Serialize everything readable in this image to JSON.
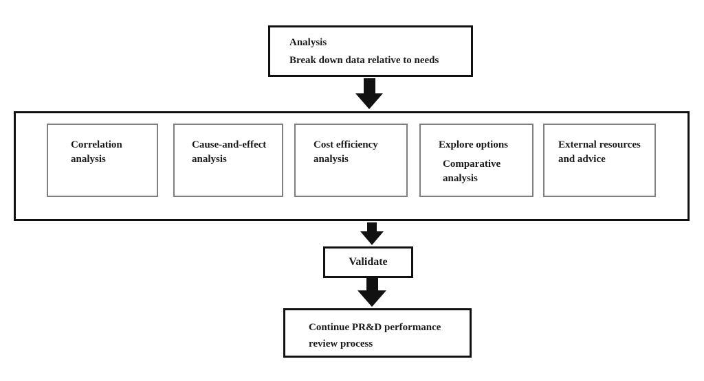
{
  "colors": {
    "background": "#ffffff",
    "outer_border": "#111111",
    "inner_border": "#7f7f7f",
    "arrow": "#111111",
    "text": "#1a1a1a"
  },
  "flowchart": {
    "top_box": {
      "title": "Analysis",
      "subtitle": "Break down data relative to needs"
    },
    "analysis_group": {
      "boxes": [
        {
          "label": "Correlation analysis"
        },
        {
          "label": "Cause-and-effect analysis"
        },
        {
          "label": "Cost efficiency analysis"
        },
        {
          "label": "Explore options",
          "label2": "Comparative analysis"
        },
        {
          "label": "External resources and advice"
        }
      ]
    },
    "validate_box": {
      "label": "Validate"
    },
    "continue_box": {
      "label": "Continue PR&D performance review process"
    }
  }
}
